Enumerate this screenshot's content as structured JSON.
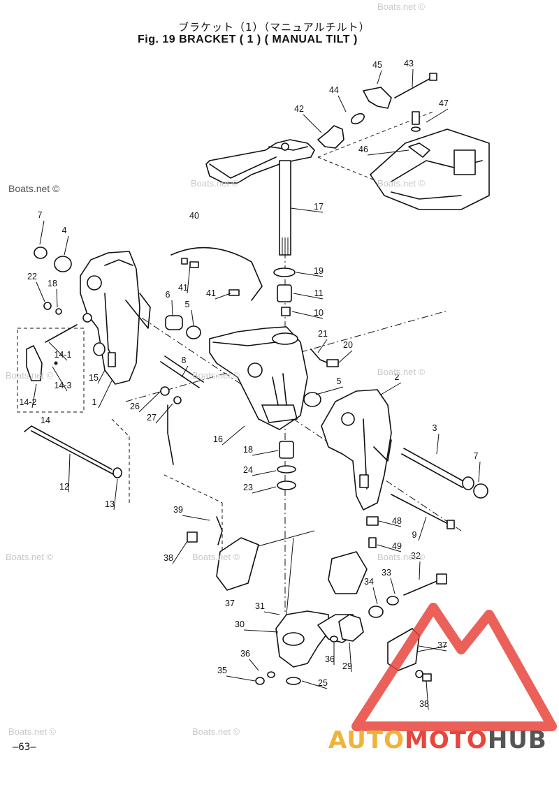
{
  "title_jp": "ブラケット（1）（マニュアルチルト）",
  "title_en": "Fig. 19   BRACKET ( 1 ) ( MANUAL TILT )",
  "watermark": "Boats.net ©",
  "page_number": "—63—",
  "brand": {
    "part1": "AUTO",
    "part2": "MOTO",
    "part3": "HUB",
    "color_auto": "#f0b33a",
    "color_moto": "#e8453c",
    "color_hub": "#555555"
  },
  "callouts": [
    "45",
    "43",
    "44",
    "47",
    "42",
    "46",
    "17",
    "40",
    "7",
    "4",
    "22",
    "18",
    "19",
    "11",
    "10",
    "41",
    "41",
    "6",
    "5",
    "21",
    "20",
    "14-1",
    "14-3",
    "15",
    "8",
    "5",
    "2",
    "1",
    "26",
    "27",
    "16",
    "14-2",
    "14",
    "3",
    "18",
    "24",
    "12",
    "7",
    "23",
    "13",
    "48",
    "9",
    "39",
    "49",
    "38",
    "32",
    "33",
    "34",
    "37",
    "31",
    "30",
    "29",
    "37",
    "36",
    "36",
    "35",
    "25",
    "38"
  ]
}
